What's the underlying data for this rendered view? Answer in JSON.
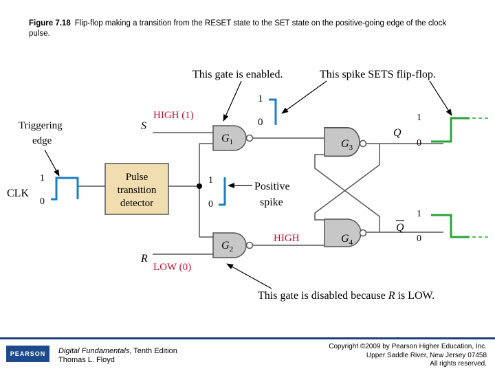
{
  "caption": {
    "figure": "Figure 7.18",
    "text": "Flip-flop making a transition from the RESET state to the SET state on the positive-going edge of the clock pulse."
  },
  "diagram": {
    "enabled_note": "This gate is enabled.",
    "spike_sets_note": "This spike SETS flip-flop.",
    "disabled_note_pre": "This gate is disabled because ",
    "disabled_note_r": "R",
    "disabled_note_post": " is LOW.",
    "triggering_edge_1": "Triggering",
    "triggering_edge_2": "edge",
    "clk": "CLK",
    "clk_high": "1",
    "clk_low": "0",
    "s_label": "S",
    "r_label": "R",
    "s_level": "HIGH (1)",
    "r_level": "LOW (0)",
    "pulse_1": "Pulse",
    "pulse_2": "transition",
    "pulse_3": "detector",
    "g1": "G",
    "g1_sub": "1",
    "g2": "G",
    "g2_sub": "2",
    "g3": "G",
    "g3_sub": "3",
    "g4": "G",
    "g4_sub": "4",
    "g1_in_high": "1",
    "g1_in_low": "0",
    "spike_high": "1",
    "spike_low": "0",
    "positive_spike_1": "Positive",
    "positive_spike_2": "spike",
    "g4_input": "HIGH",
    "q_label": "Q",
    "qbar_label": "Q",
    "q_high": "1",
    "q_low": "0",
    "qbar_high": "1",
    "qbar_low": "0"
  },
  "footer": {
    "logo": "PEARSON",
    "book_title": "Digital Fundamentals",
    "book_edition": ", Tenth Edition",
    "author": "Thomas L. Floyd",
    "copyright_1": "Copyright ©2009 by Pearson Higher Education, Inc.",
    "copyright_2": "Upper Saddle River, New Jersey 07458",
    "copyright_3": "All rights reserved."
  },
  "colors": {
    "gate_fill": "#c7c7c7",
    "pulse_fill": "#f0deb1",
    "signal": "#2aa23a",
    "waveform": "#1a7ec4",
    "brand": "#1c4a8a"
  }
}
